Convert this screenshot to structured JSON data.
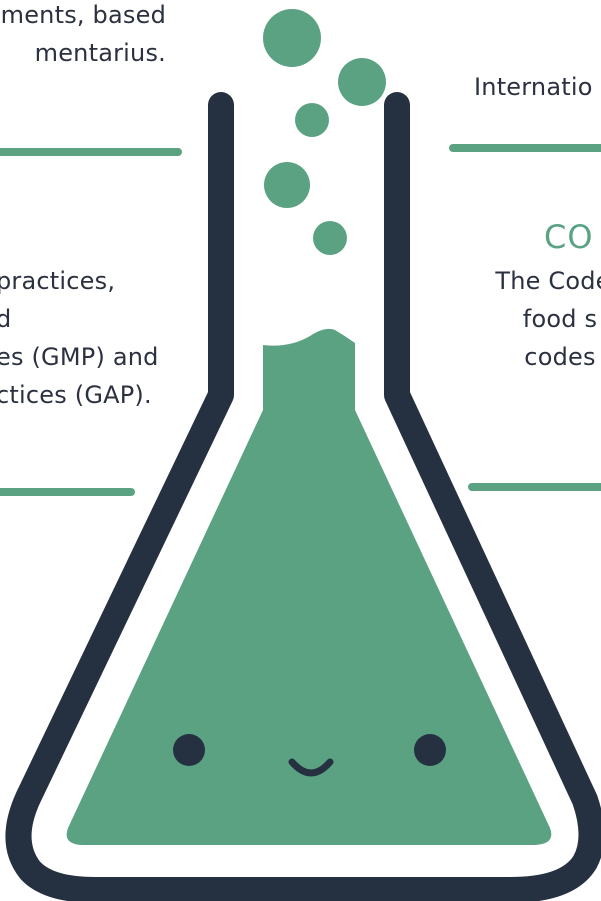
{
  "left_top_lines": [
    "ments, based",
    "mentarius."
  ],
  "left_mid_lines": [
    "practices,",
    "d",
    "es (GMP) and",
    "ctices (GAP)."
  ],
  "right_intl": "Internatio",
  "right_heading": "CO",
  "right_body_lines": [
    "The Codex",
    "food s",
    "codes"
  ],
  "colors": {
    "accent": "#5ba283",
    "outline": "#253141",
    "text": "#2b3140"
  }
}
